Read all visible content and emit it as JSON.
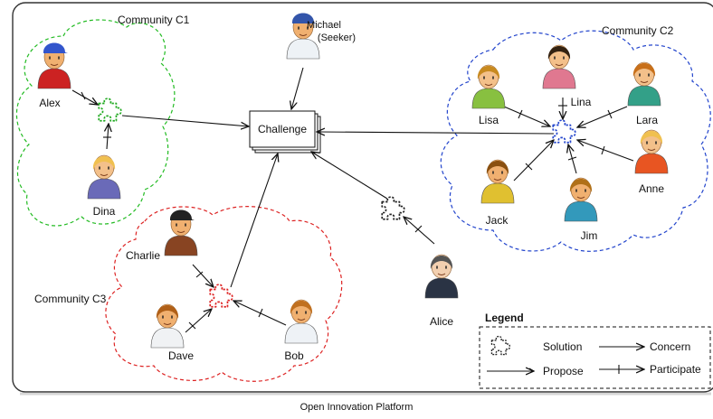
{
  "communities": {
    "c1": {
      "label": "Community C1",
      "color": "#22bb22"
    },
    "c2": {
      "label": "Community C2",
      "color": "#2244cc"
    },
    "c3": {
      "label": "Community C3",
      "color": "#dd2222"
    }
  },
  "people": {
    "michael_name": "Michael",
    "michael_role": "(Seeker)",
    "alex": "Alex",
    "dina": "Dina",
    "lisa": "Lisa",
    "lina": "Lina",
    "lara": "Lara",
    "anne": "Anne",
    "jim": "Jim",
    "jack": "Jack",
    "charlie": "Charlie",
    "dave": "Dave",
    "bob": "Bob",
    "alice": "Alice"
  },
  "challenge": {
    "label": "Challenge"
  },
  "legend": {
    "title": "Legend",
    "solution": "Solution",
    "concern": "Concern",
    "propose": "Propose",
    "participate": "Participate"
  },
  "caption": "Open Innovation Platform",
  "colors": {
    "frame": "#333333",
    "arrow": "#111111"
  }
}
